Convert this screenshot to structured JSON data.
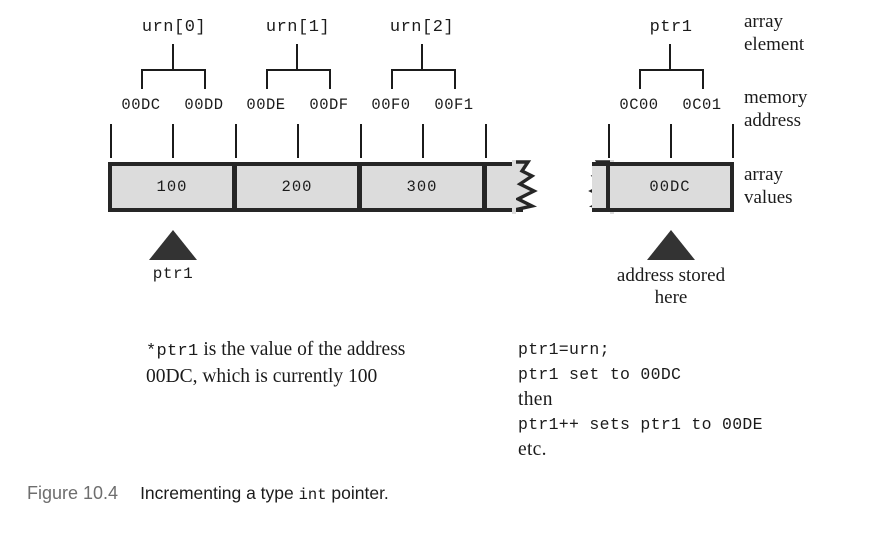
{
  "figure": {
    "number": "Figure 10.4",
    "caption_before": "Incrementing a type ",
    "caption_code": "int",
    "caption_after": " pointer."
  },
  "annotations": {
    "array_element": "array\nelement",
    "memory_address": "memory\naddress",
    "array_values": "array\nvalues"
  },
  "array_elements": [
    {
      "label": "urn[0]"
    },
    {
      "label": "urn[1]"
    },
    {
      "label": "urn[2]"
    }
  ],
  "pointer_element": {
    "label": "ptr1"
  },
  "addresses": {
    "array": [
      "00DC",
      "00DD",
      "00DE",
      "00DF",
      "00F0",
      "00F1"
    ],
    "pointer": [
      "0C00",
      "0C01"
    ]
  },
  "cells": {
    "array_values": [
      "100",
      "200",
      "300"
    ],
    "pointer_value": "00DC"
  },
  "markers": {
    "left_pointer_label": "ptr1",
    "right_pointer_label": "address stored\nhere"
  },
  "explanations": {
    "left": {
      "code": "*ptr1",
      "text_line1": " is the value of the address",
      "text_line2": "00DC, which is currently 100"
    },
    "right_lines": [
      {
        "text": "ptr1=urn;",
        "style": "mono"
      },
      {
        "text": "ptr1 set to 00DC",
        "style": "mono"
      },
      {
        "text": "then",
        "style": "serif"
      },
      {
        "text": "ptr1++ sets ptr1 to 00DE",
        "style": "mono"
      },
      {
        "text": "etc.",
        "style": "serif"
      }
    ]
  },
  "colors": {
    "cell_fill": "#dcdcdc",
    "stroke": "#262626",
    "figure_number": "#6e6e6e"
  }
}
